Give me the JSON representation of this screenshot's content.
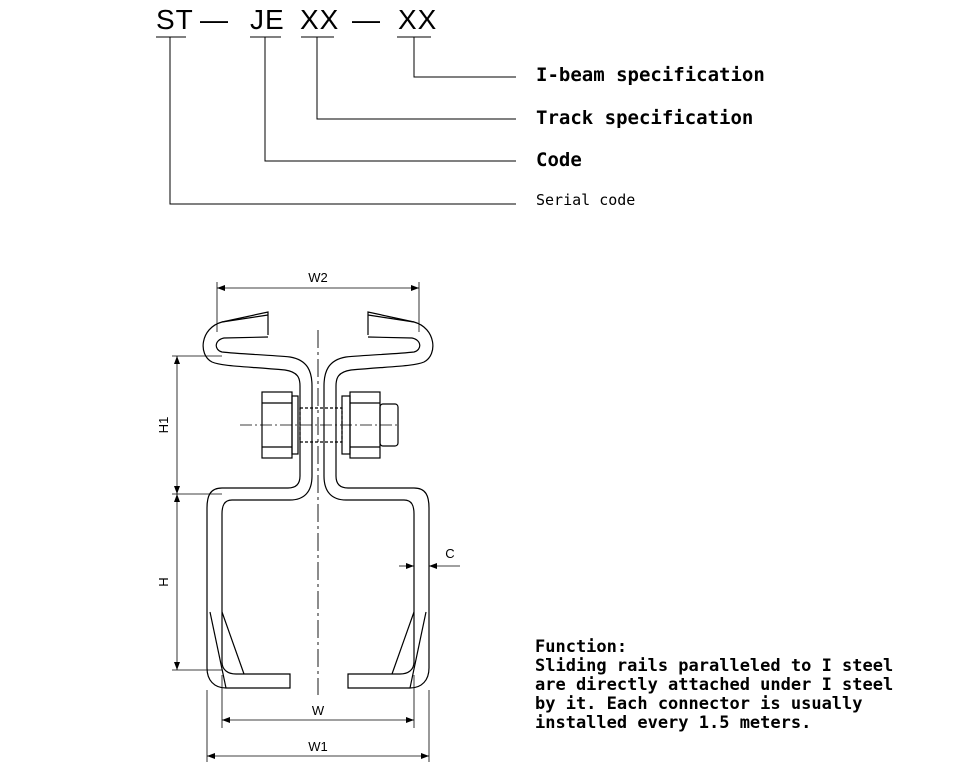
{
  "code": {
    "p1": "ST",
    "d1": "—",
    "p2": "JE",
    "p3": "XX",
    "d2": "—",
    "p4": "XX"
  },
  "legend": {
    "ibeam": "I-beam specification",
    "track": "Track specification",
    "code": "Code",
    "serial": "Serial code"
  },
  "dimensions": {
    "w2": "W2",
    "h1": "H1",
    "h": "H",
    "c": "C",
    "w": "W",
    "w1": "W1"
  },
  "function": {
    "title": "Function:",
    "lines": [
      "Sliding rails paralleled to I steel",
      "are directly attached under I steel",
      "by it. Each connector is usually",
      "installed every 1.5 meters."
    ]
  }
}
